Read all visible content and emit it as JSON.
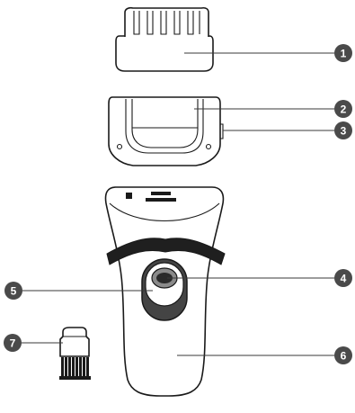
{
  "callouts": [
    {
      "id": "1",
      "label": "1"
    },
    {
      "id": "2",
      "label": "2"
    },
    {
      "id": "3",
      "label": "3"
    },
    {
      "id": "4",
      "label": "4"
    },
    {
      "id": "5",
      "label": "5"
    },
    {
      "id": "6",
      "label": "6"
    },
    {
      "id": "7",
      "label": "7"
    }
  ],
  "colors": {
    "outline": "#1a1a1a",
    "band": "#1f1f1f",
    "badge": "#4a4a4a",
    "button_ring": "#555555",
    "fill": "#ffffff"
  }
}
